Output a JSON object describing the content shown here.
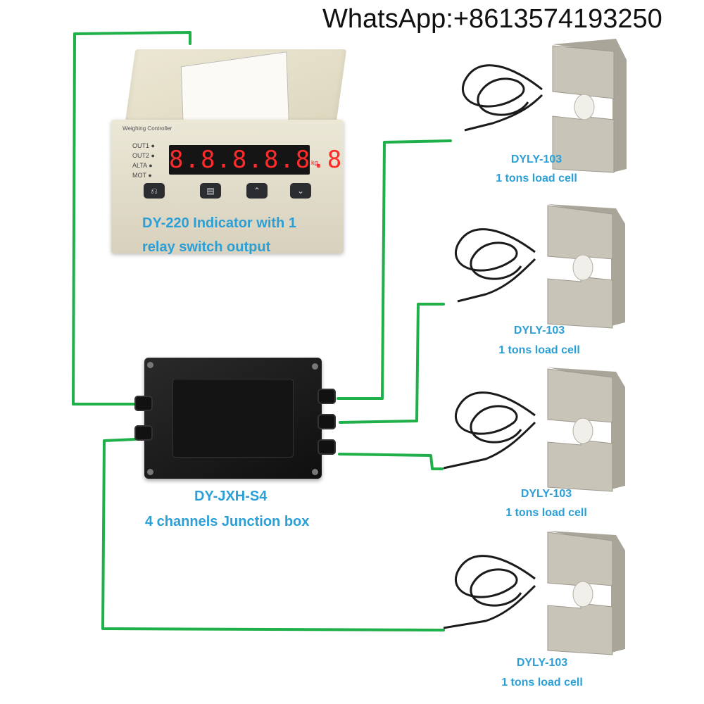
{
  "header": {
    "whatsapp": "WhatsApp:+8613574193250"
  },
  "indicator": {
    "label_line1": "DY-220 Indicator with 1",
    "label_line2": "relay switch output",
    "display": "8.8.8.8.8.8",
    "unit": "kg",
    "leds": [
      "OUT1",
      "OUT2",
      "ALTA",
      "MOT"
    ],
    "front_title": "Weighing Controller",
    "buttons": [
      "⎌",
      "▤",
      "⌃",
      "⌄"
    ]
  },
  "junction_box": {
    "label_line1": "DY-JXH-S4",
    "label_line2": "4 channels Junction box"
  },
  "load_cells": [
    {
      "model": "DYLY-103",
      "capacity": "1 tons load cell"
    },
    {
      "model": "DYLY-103",
      "capacity": "1 tons load cell"
    },
    {
      "model": "DYLY-103",
      "capacity": "1 tons load cell"
    },
    {
      "model": "DYLY-103",
      "capacity": "1 tons load cell"
    }
  ],
  "colors": {
    "wire": "#1fb04a",
    "label": "#2b9fd6"
  }
}
